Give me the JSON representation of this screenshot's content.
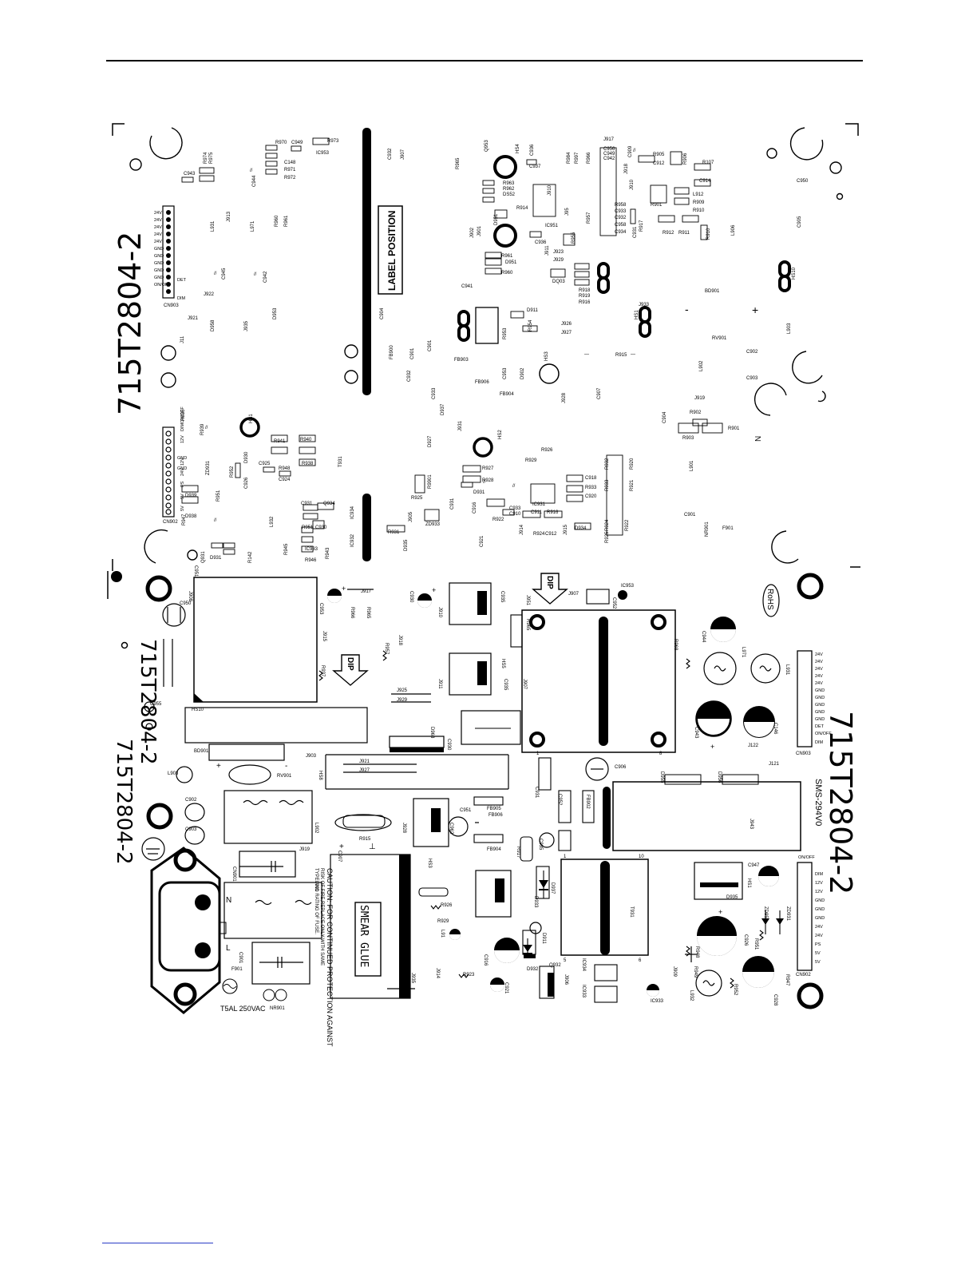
{
  "board_id_labels": [
    "715T2804-2",
    "715T2804-2",
    "715T2804-2",
    "715T2804-2"
  ],
  "label_position": "LABEL POSITION",
  "dip_label": "DIP",
  "smear_glue": "SMEAR GLUE",
  "caution_lines": [
    "CAUTION: FOR CONTINUED PROTECTION AGAINST",
    "RISK OF FIRE,REPLACE ONLY WITH SAME",
    "TYPE AND RATING OF FUSE."
  ],
  "fuse_rating": "T5AL 250VAC",
  "rohs": "RoHS",
  "pcb_material": "SMS-294V0",
  "cn903_pins": [
    "24V",
    "24V",
    "24V",
    "24V",
    "24V",
    "GND",
    "GND",
    "GND",
    "GND",
    "GND",
    "DET",
    "ON/OFF",
    "DIM"
  ],
  "cn902_pins": [
    "ON/OFF",
    "DIM",
    "12V",
    "12V",
    "GND",
    "GND",
    "GND",
    "24V",
    "24V",
    "PS",
    "5V",
    "5V"
  ],
  "top_pins_cn903": [
    "24V",
    "24V",
    "24V",
    "24V",
    "24V",
    "GND",
    "GND",
    "GND",
    "GND",
    "GND",
    "ON/OFF",
    "DET",
    "DIM"
  ],
  "top_pins_cn902": [
    "5V",
    "5V",
    "PS",
    "24V",
    "12V",
    "GND",
    "12V",
    "DIM",
    "ON/OFF"
  ],
  "top_refs": [
    "R970",
    "C949",
    "R973",
    "IC953",
    "C148",
    "R971",
    "R972",
    "R974",
    "R975",
    "C943",
    "C944",
    "L971",
    "J912",
    "J913",
    "R960",
    "R961",
    "D953",
    "J922",
    "J921",
    "D958",
    "CN903",
    "C945",
    "C942",
    "D951",
    "C931",
    "C937",
    "C936",
    "R963",
    "R962",
    "D952",
    "R914",
    "C961",
    "D961",
    "R961",
    "R960",
    "DQ03",
    "J911",
    "J929",
    "J923",
    "R918",
    "R919",
    "R916",
    "D911",
    "R953",
    "R954",
    "FB903",
    "FB904",
    "FB906",
    "C953",
    "D902",
    "J928",
    "J927",
    "R915",
    "C907",
    "C906",
    "D917",
    "R101",
    "R101",
    "C912",
    "R106",
    "R107",
    "C914",
    "R908",
    "R909",
    "R910",
    "R911",
    "R912",
    "L906",
    "BD901",
    "RV901",
    "C902",
    "C903",
    "L902",
    "L901",
    "J919",
    "R902",
    "R903",
    "R901",
    "C901",
    "F901",
    "NR901",
    "C904",
    "C905",
    "C950",
    "C956",
    "R941",
    "R940",
    "C925",
    "C924",
    "R938",
    "R939",
    "T931",
    "D930",
    "D931",
    "IC931",
    "C932",
    "D932",
    "C931",
    "R951",
    "R950",
    "C930",
    "R945",
    "R943",
    "R946",
    "R142",
    "C907",
    "C941",
    "C923",
    "D931",
    "D932",
    "R925",
    "R931",
    "ZD933",
    "C919",
    "R933",
    "C920",
    "R927",
    "R928",
    "R929",
    "R926",
    "R932",
    "R920",
    "R921",
    "R922",
    "R934",
    "R935",
    "J914",
    "J915",
    "R923",
    "R924",
    "C910",
    "C911",
    "C933",
    "C934",
    "D934",
    "CN902",
    "ZD931",
    "R952",
    "D938",
    "D939",
    "R947",
    "C915",
    "C916",
    "C917",
    "C918"
  ],
  "bottom_refs": [
    "HS10",
    "C950",
    "BD901",
    "L903",
    "RV901",
    "C902",
    "C903",
    "J903",
    "J919",
    "J917",
    "C903",
    "J935",
    "R936",
    "C930",
    "J910",
    "J911",
    "J925",
    "J929",
    "R915",
    "C951",
    "FB906",
    "FB905",
    "FB904",
    "C962",
    "J928",
    "J927",
    "R926",
    "R929",
    "L91",
    "C916",
    "C921",
    "R923",
    "J914",
    "C931",
    "R917",
    "D932",
    "D933",
    "D937",
    "D911",
    "J907",
    "IC953",
    "C952",
    "L971",
    "C944",
    "C943",
    "C146",
    "J122",
    "J121",
    "L931",
    "CN903",
    "D955",
    "D956",
    "L901",
    "C901",
    "NR901",
    "F901",
    "CN902",
    "C947",
    "C928",
    "R948",
    "R949",
    "R947",
    "C926",
    "R951",
    "ZD931",
    "ZD952",
    "D935",
    "IC934",
    "IC933",
    "C932",
    "J906",
    "J909",
    "L932",
    "C906",
    "FB902",
    "C935",
    "T931",
    "HS1",
    "HS2",
    "HS3",
    "CN901",
    "J904"
  ],
  "transformer_pins": [
    "1",
    "5",
    "6",
    "10"
  ]
}
